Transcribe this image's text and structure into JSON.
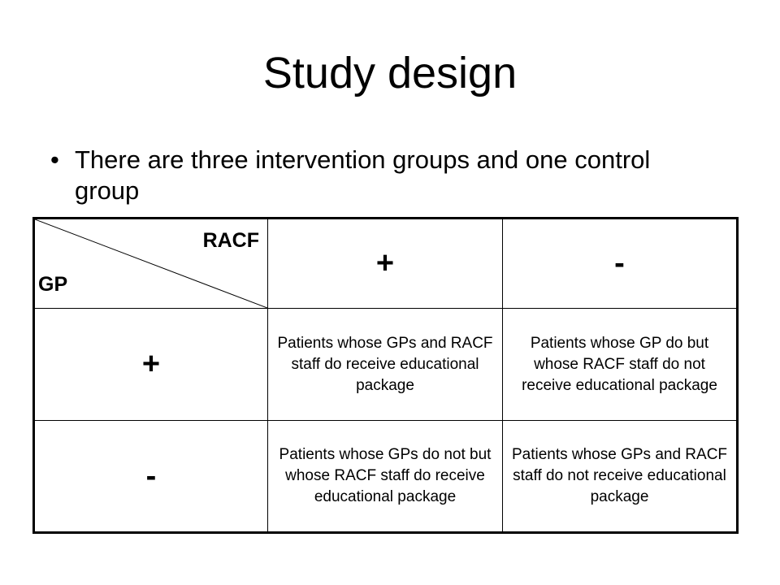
{
  "title": "Study design",
  "bullet": {
    "marker": "•",
    "text": "There are three intervention groups and one control group"
  },
  "table": {
    "corner": {
      "top_label": "RACF",
      "bottom_label": "GP"
    },
    "column_headers": [
      "+",
      "-"
    ],
    "rows": [
      {
        "header": "+",
        "cells": [
          "Patients whose GPs and RACF staff do receive educational package",
          "Patients whose GP do but whose RACF staff do not receive educational package"
        ]
      },
      {
        "header": "-",
        "cells": [
          "Patients whose GPs do not but whose RACF staff do receive educational package",
          "Patients whose GPs and RACF staff do not receive educational package"
        ]
      }
    ]
  }
}
